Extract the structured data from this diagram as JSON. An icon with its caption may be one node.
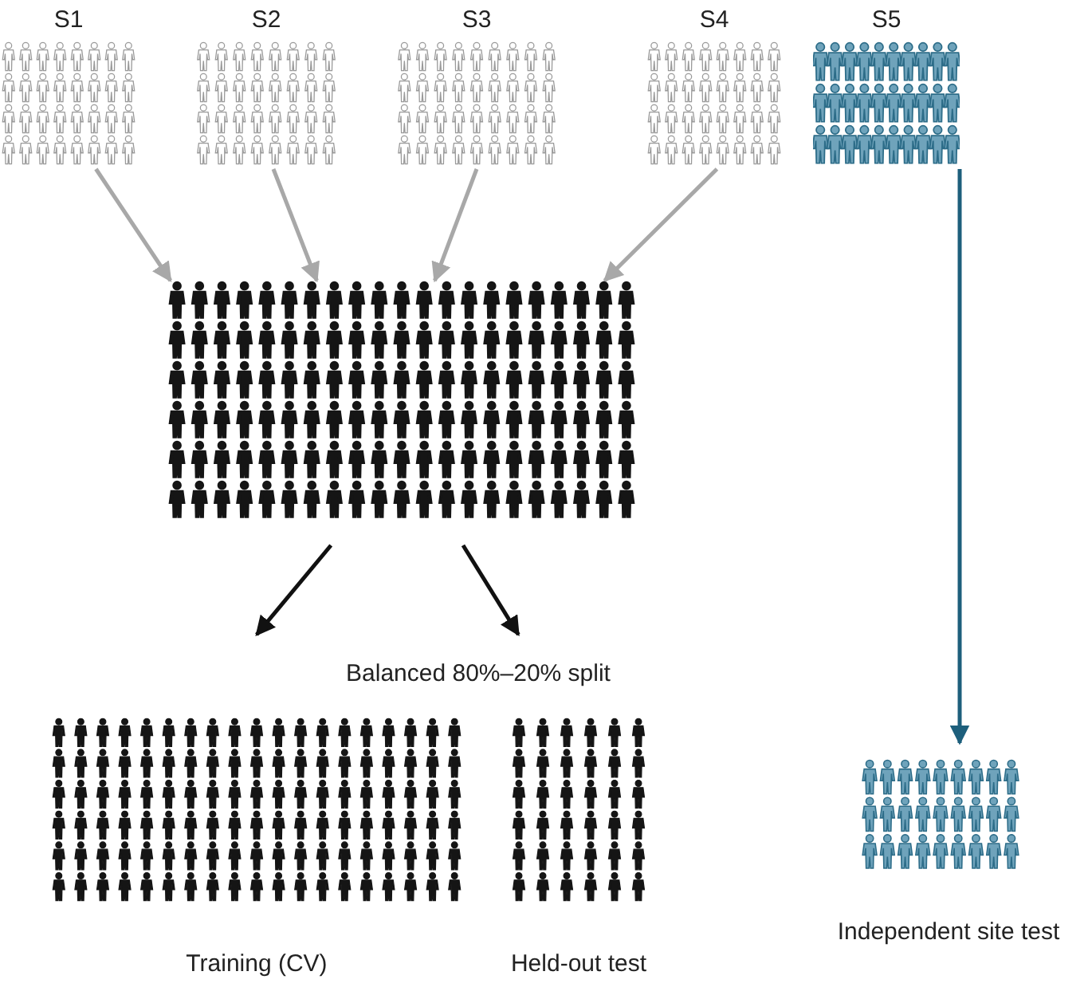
{
  "diagram": {
    "nodes": [
      {
        "text": [
          "S1"
        ]
      },
      {
        "text": [
          "S2"
        ]
      },
      {
        "text": [
          "S3"
        ]
      },
      {
        "text": [
          "S4"
        ]
      },
      {
        "text": [
          "S5"
        ]
      },
      {
        "text": [],
        "shape": "person"
      },
      {
        "text": [
          "Training (CV)"
        ]
      },
      {
        "text": [
          "Held-out test"
        ]
      },
      {
        "text": [
          "Independent site test"
        ]
      }
    ],
    "edges": [
      {
        "from": 0,
        "to": 5,
        "arrow": "to"
      },
      {
        "from": 1,
        "to": 5,
        "arrow": "to"
      },
      {
        "from": 2,
        "to": 5,
        "arrow": "to"
      },
      {
        "from": 3,
        "to": 5,
        "arrow": "to"
      },
      {
        "from": 5,
        "to": 6,
        "arrow": "to",
        "color": "#111111"
      },
      {
        "from": 5,
        "to": 7,
        "arrow": "to",
        "color": "#111111"
      },
      {
        "from": 4,
        "to": 8,
        "arrow": "to",
        "color": "#1d5f7c"
      }
    ],
    "labels": [
      "Balanced 80%–20% split"
    ]
  }
}
